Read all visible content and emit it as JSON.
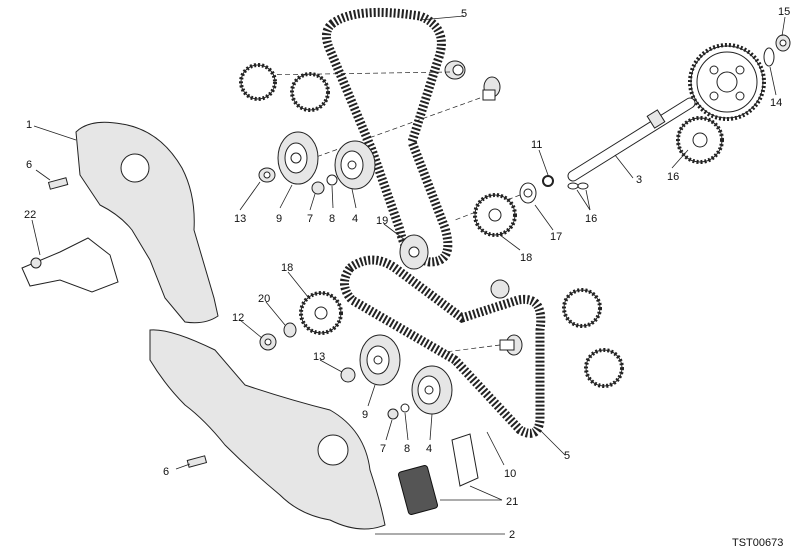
{
  "diagram_code": "TST00673",
  "callouts": [
    {
      "id": "c1",
      "text": "1"
    },
    {
      "id": "c2",
      "text": "2"
    },
    {
      "id": "c3",
      "text": "3"
    },
    {
      "id": "c4a",
      "text": "4"
    },
    {
      "id": "c4b",
      "text": "4"
    },
    {
      "id": "c5a",
      "text": "5"
    },
    {
      "id": "c5b",
      "text": "5"
    },
    {
      "id": "c6a",
      "text": "6"
    },
    {
      "id": "c6b",
      "text": "6"
    },
    {
      "id": "c7a",
      "text": "7"
    },
    {
      "id": "c7b",
      "text": "7"
    },
    {
      "id": "c8a",
      "text": "8"
    },
    {
      "id": "c8b",
      "text": "8"
    },
    {
      "id": "c9a",
      "text": "9"
    },
    {
      "id": "c9b",
      "text": "9"
    },
    {
      "id": "c10",
      "text": "10"
    },
    {
      "id": "c11",
      "text": "11"
    },
    {
      "id": "c12",
      "text": "12"
    },
    {
      "id": "c13a",
      "text": "13"
    },
    {
      "id": "c13b",
      "text": "13"
    },
    {
      "id": "c14",
      "text": "14"
    },
    {
      "id": "c15",
      "text": "15"
    },
    {
      "id": "c16a",
      "text": "16"
    },
    {
      "id": "c16b",
      "text": "16"
    },
    {
      "id": "c17",
      "text": "17"
    },
    {
      "id": "c18a",
      "text": "18"
    },
    {
      "id": "c18b",
      "text": "18"
    },
    {
      "id": "c19",
      "text": "19"
    },
    {
      "id": "c20",
      "text": "20"
    },
    {
      "id": "c21",
      "text": "21"
    },
    {
      "id": "c22",
      "text": "22"
    }
  ]
}
